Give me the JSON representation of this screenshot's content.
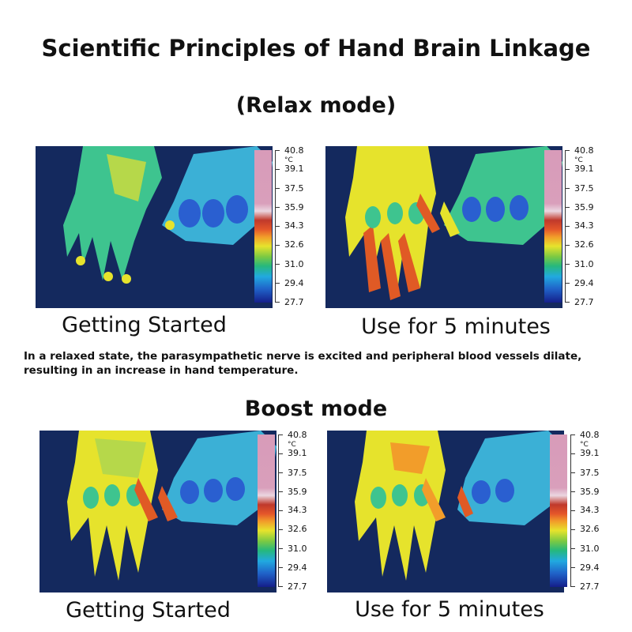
{
  "title": "Scientific Principles of Hand Brain Linkage",
  "relax": {
    "heading": "(Relax mode)",
    "left_caption": "Getting Started",
    "right_caption": "Use for 5 minutes",
    "description_line1": "In a relaxed state, the parasympathetic nerve is excited and peripheral blood vessels dilate,",
    "description_line2": "resulting in an increase in hand temperature."
  },
  "boost": {
    "heading": "Boost mode",
    "left_caption": "Getting Started",
    "right_caption": "Use for 5 minutes"
  },
  "scale": {
    "unit": "°C",
    "ticks": [
      "40.8",
      "39.1",
      "37.5",
      "35.9",
      "34.3",
      "32.6",
      "31.0",
      "29.4",
      "27.7"
    ]
  },
  "colors": {
    "background": "#14295e",
    "cool": "#2a5fd0",
    "mid": "#3ec48f",
    "warm": "#e6e32c",
    "hot": "#e05a25"
  }
}
